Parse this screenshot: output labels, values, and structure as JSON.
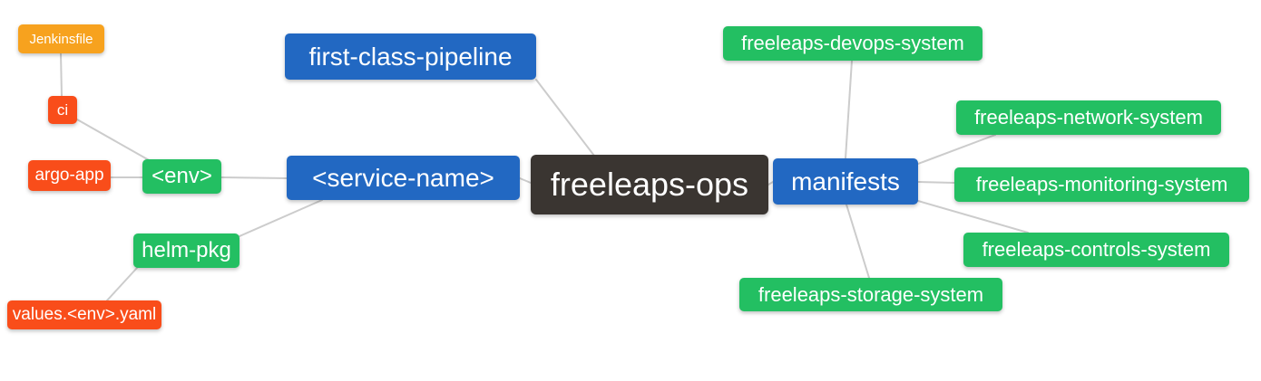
{
  "palette": {
    "root_bg": "#3A3531",
    "branch_bg": "#2268C2",
    "leaf_bg": "#23BF62",
    "alert_bg": "#F94D1A",
    "file_bg": "#F7A21E",
    "edge_color": "#CCCCCC",
    "text_color": "#FFFFFF"
  },
  "nodes": {
    "root": {
      "label": "freeleaps-ops"
    },
    "first_class_pipeline": {
      "label": "first-class-pipeline"
    },
    "service_name": {
      "label": "<service-name>"
    },
    "manifests": {
      "label": "manifests"
    },
    "env": {
      "label": "<env>"
    },
    "helm_pkg": {
      "label": "helm-pkg"
    },
    "ci": {
      "label": "ci"
    },
    "argo_app": {
      "label": "argo-app"
    },
    "jenkinsfile": {
      "label": "Jenkinsfile"
    },
    "values_env_yaml": {
      "label": "values.<env>.yaml"
    },
    "devops_system": {
      "label": "freeleaps-devops-system"
    },
    "network_system": {
      "label": "freeleaps-network-system"
    },
    "monitoring_system": {
      "label": "freeleaps-monitoring-system"
    },
    "controls_system": {
      "label": "freeleaps-controls-system"
    },
    "storage_system": {
      "label": "freeleaps-storage-system"
    }
  },
  "edges": [
    "jenkinsfile-ci",
    "ci-env",
    "argo_app-env",
    "env-service_name",
    "helm_pkg-service_name",
    "values_env_yaml-helm_pkg",
    "service_name-root",
    "first_class_pipeline-root",
    "root-manifests",
    "manifests-devops_system",
    "manifests-network_system",
    "manifests-monitoring_system",
    "manifests-controls_system",
    "manifests-storage_system"
  ]
}
